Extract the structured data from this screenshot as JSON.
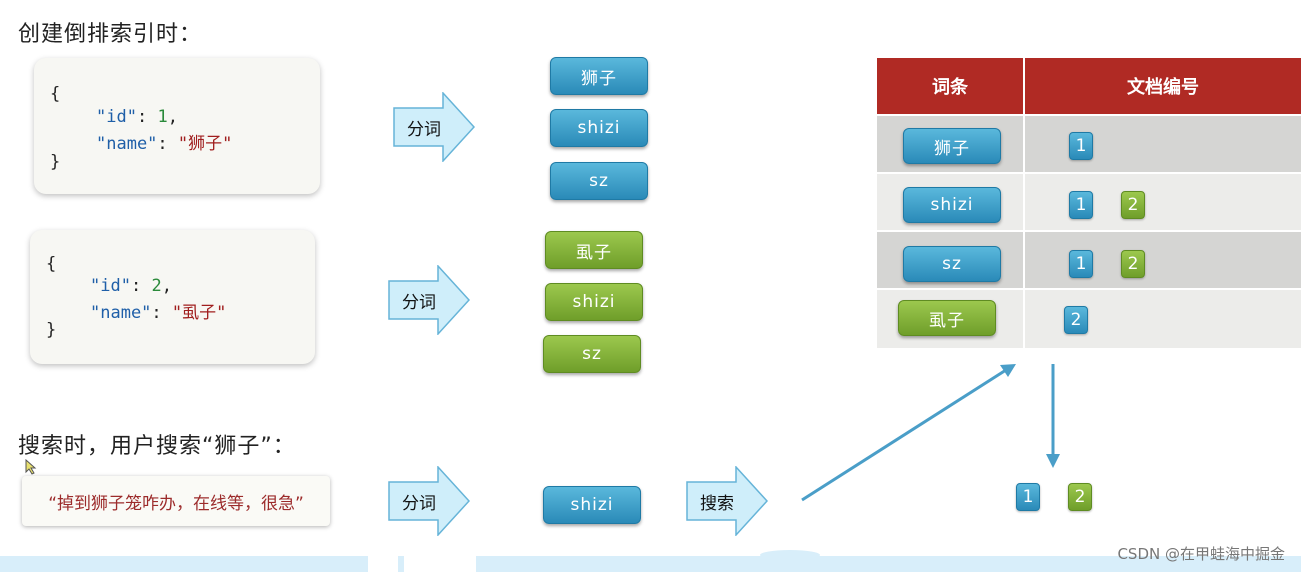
{
  "titles": {
    "create": "创建倒排索引时：",
    "search": "搜索时，用户搜索“狮子”："
  },
  "docs": [
    {
      "open": "{",
      "id_key": "\"id\"",
      "id_val": "1",
      "name_key": "\"name\"",
      "name_val": "\"狮子\"",
      "close": "}"
    },
    {
      "open": "{",
      "id_key": "\"id\"",
      "id_val": "2",
      "name_key": "\"name\"",
      "name_val": "\"虱子\"",
      "close": "}"
    }
  ],
  "arrows": {
    "tokenize": "分词",
    "search": "搜索"
  },
  "tokens_doc1": [
    "狮子",
    "shizi",
    "sz"
  ],
  "tokens_doc2": [
    "虱子",
    "shizi",
    "sz"
  ],
  "query": {
    "text": "“掉到狮子笼咋办，在线等，很急”",
    "token": "shizi"
  },
  "table": {
    "headers": [
      "词条",
      "文档编号"
    ],
    "rows": [
      {
        "term": "狮子",
        "color": "blue",
        "ids": [
          "1"
        ]
      },
      {
        "term": "shizi",
        "color": "blue",
        "ids": [
          "1",
          "2"
        ]
      },
      {
        "term": "sz",
        "color": "blue",
        "ids": [
          "1",
          "2"
        ]
      },
      {
        "term": "虱子",
        "color": "green",
        "ids": [
          "2"
        ]
      }
    ]
  },
  "result_ids": [
    "1",
    "2"
  ],
  "watermark": "CSDN @在甲蛙海中掘金",
  "colors": {
    "header_red": "#b02a24",
    "doc1_blue": "#2a8ab8",
    "doc2_green": "#6f9e2a",
    "arrow_fill": "#cfeefa",
    "connector": "#4a9ec8"
  }
}
